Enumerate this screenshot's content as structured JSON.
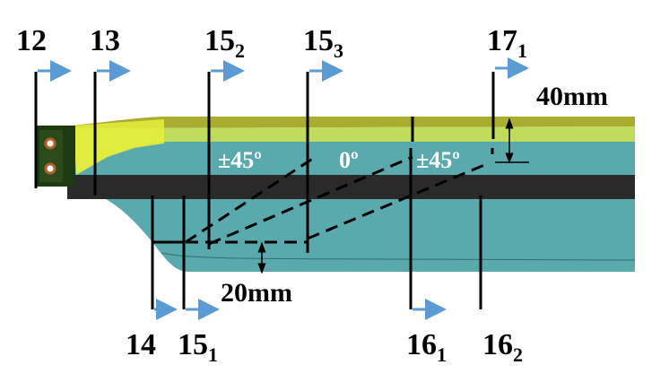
{
  "labels": {
    "s12": "12",
    "s13": "13",
    "s14": "14",
    "s15_1": {
      "main": "15",
      "sub": "1"
    },
    "s15_2": {
      "main": "15",
      "sub": "2"
    },
    "s15_3": {
      "main": "15",
      "sub": "3"
    },
    "s16_1": {
      "main": "16",
      "sub": "1"
    },
    "s16_2": {
      "main": "16",
      "sub": "2"
    },
    "s17_1": {
      "main": "17",
      "sub": "1"
    }
  },
  "dimensions": {
    "top": "40mm",
    "bottom": "20mm"
  },
  "ply_angles": {
    "a1": "±45º",
    "a2": "0º",
    "a3": "±45º"
  },
  "colors": {
    "arrow": "#5b9bd5",
    "yellow_dark": "#a9ac2f",
    "yellow_light": "#bfdc5c",
    "teal": "#5aa9ad",
    "dark_band": "#2a2a2a",
    "root": "#1e3a12"
  }
}
